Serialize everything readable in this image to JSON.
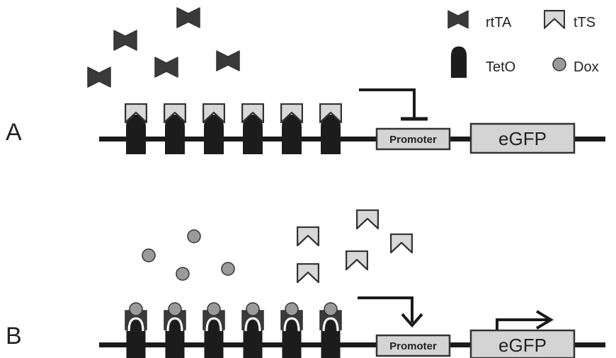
{
  "legend": {
    "rttA_label": "rtTA",
    "tts_label": "tTS",
    "teto_label": "TetO",
    "dox_label": "Dox"
  },
  "panels": [
    {
      "label": "A",
      "state": "repressed",
      "promoter_label": "Promoter",
      "gene_label": "eGFP",
      "operator_binder": "tTS",
      "teto_count": 6
    },
    {
      "label": "B",
      "state": "activated",
      "promoter_label": "Promoter",
      "gene_label": "eGFP",
      "operator_binder": "rtTA+Dox",
      "teto_count": 6
    }
  ],
  "colors": {
    "dark": "#333333",
    "light_fill": "#d4d4d4",
    "dox": "#9a9a9a",
    "dna": "#1a1a1a"
  }
}
